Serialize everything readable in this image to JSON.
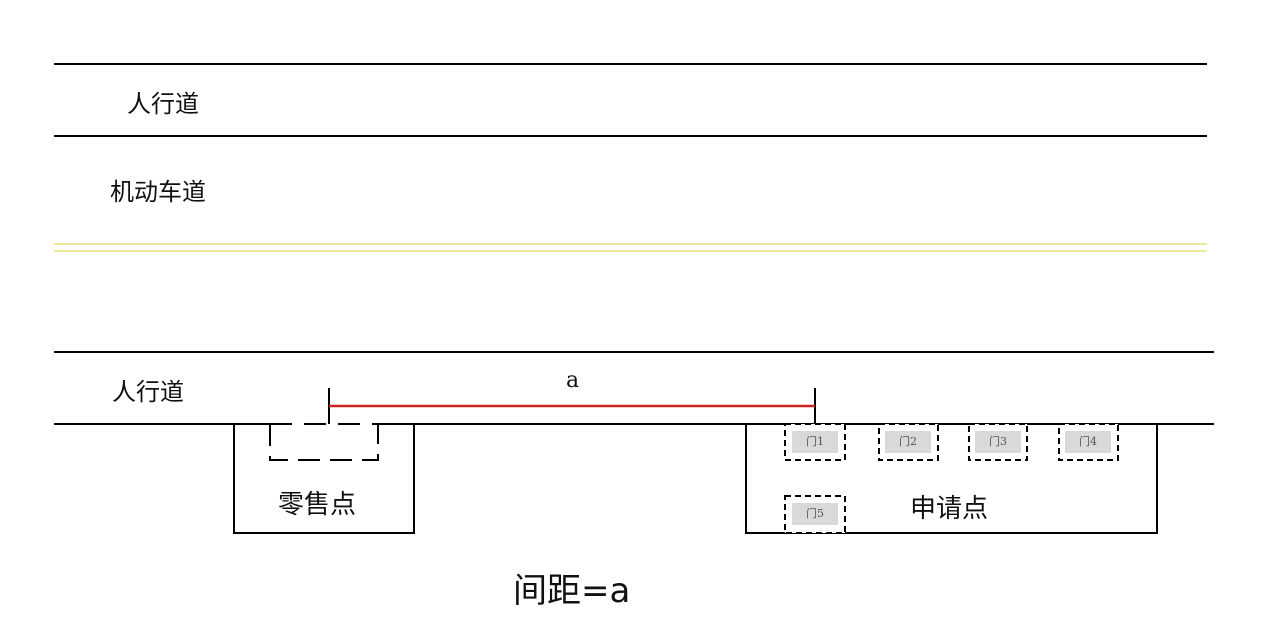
{
  "labels": {
    "sidewalk_top": "人行道",
    "motor_lane": "机动车道",
    "sidewalk_bottom": "人行道",
    "distance_marker": "a",
    "retail_point": "零售点",
    "applicant_point": "申请点",
    "caption": "间距=a"
  },
  "doors": [
    "门1",
    "门2",
    "门3",
    "门4",
    "门5"
  ],
  "colors": {
    "line": "#000000",
    "measure": "#cc2222",
    "center_line": "#e8e07a",
    "door_fill": "#d9d9d9"
  }
}
